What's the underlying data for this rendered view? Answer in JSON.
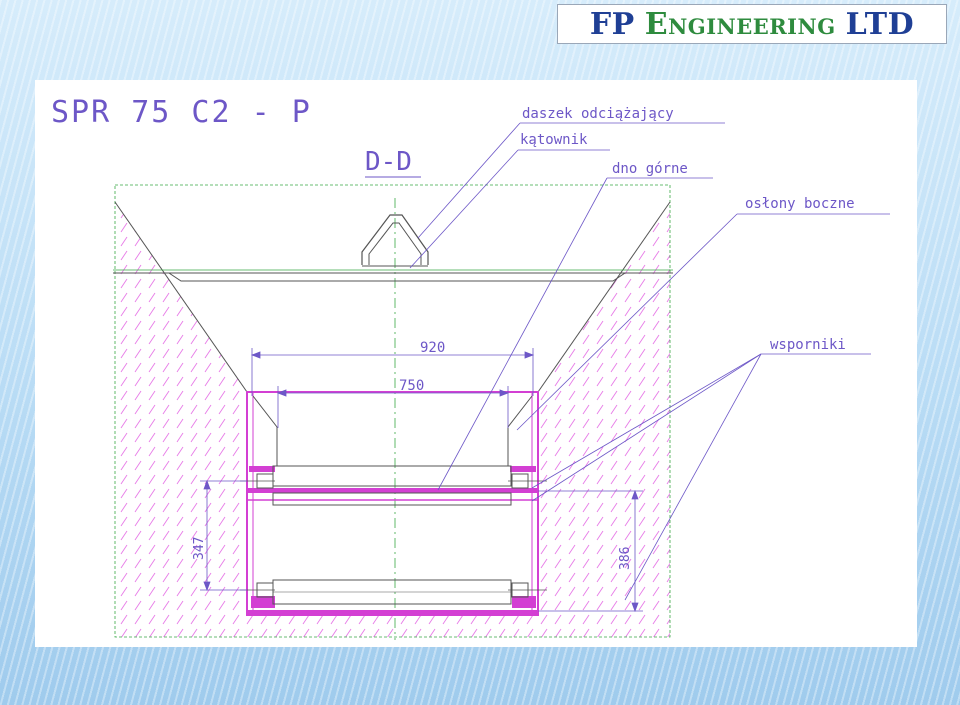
{
  "logo": {
    "fp": "FP",
    "engineering": "Engineering",
    "ltd": "LTD"
  },
  "drawing": {
    "title": "SPR 75 C2 - P",
    "section": "D-D",
    "callouts": {
      "daszek": "daszek odciążający",
      "katownik": "kątownik",
      "dno": "dno górne",
      "oslony": "osłony boczne",
      "wsporniki": "wsporniki"
    },
    "dimensions": {
      "w920": "920",
      "w750": "750",
      "h347": "347",
      "h386": "386"
    }
  },
  "colors": {
    "magenta": "#d33fd3",
    "hatch": "#e77be7",
    "green": "#39a845",
    "purple": "#6d57c7",
    "grey": "#555555"
  }
}
